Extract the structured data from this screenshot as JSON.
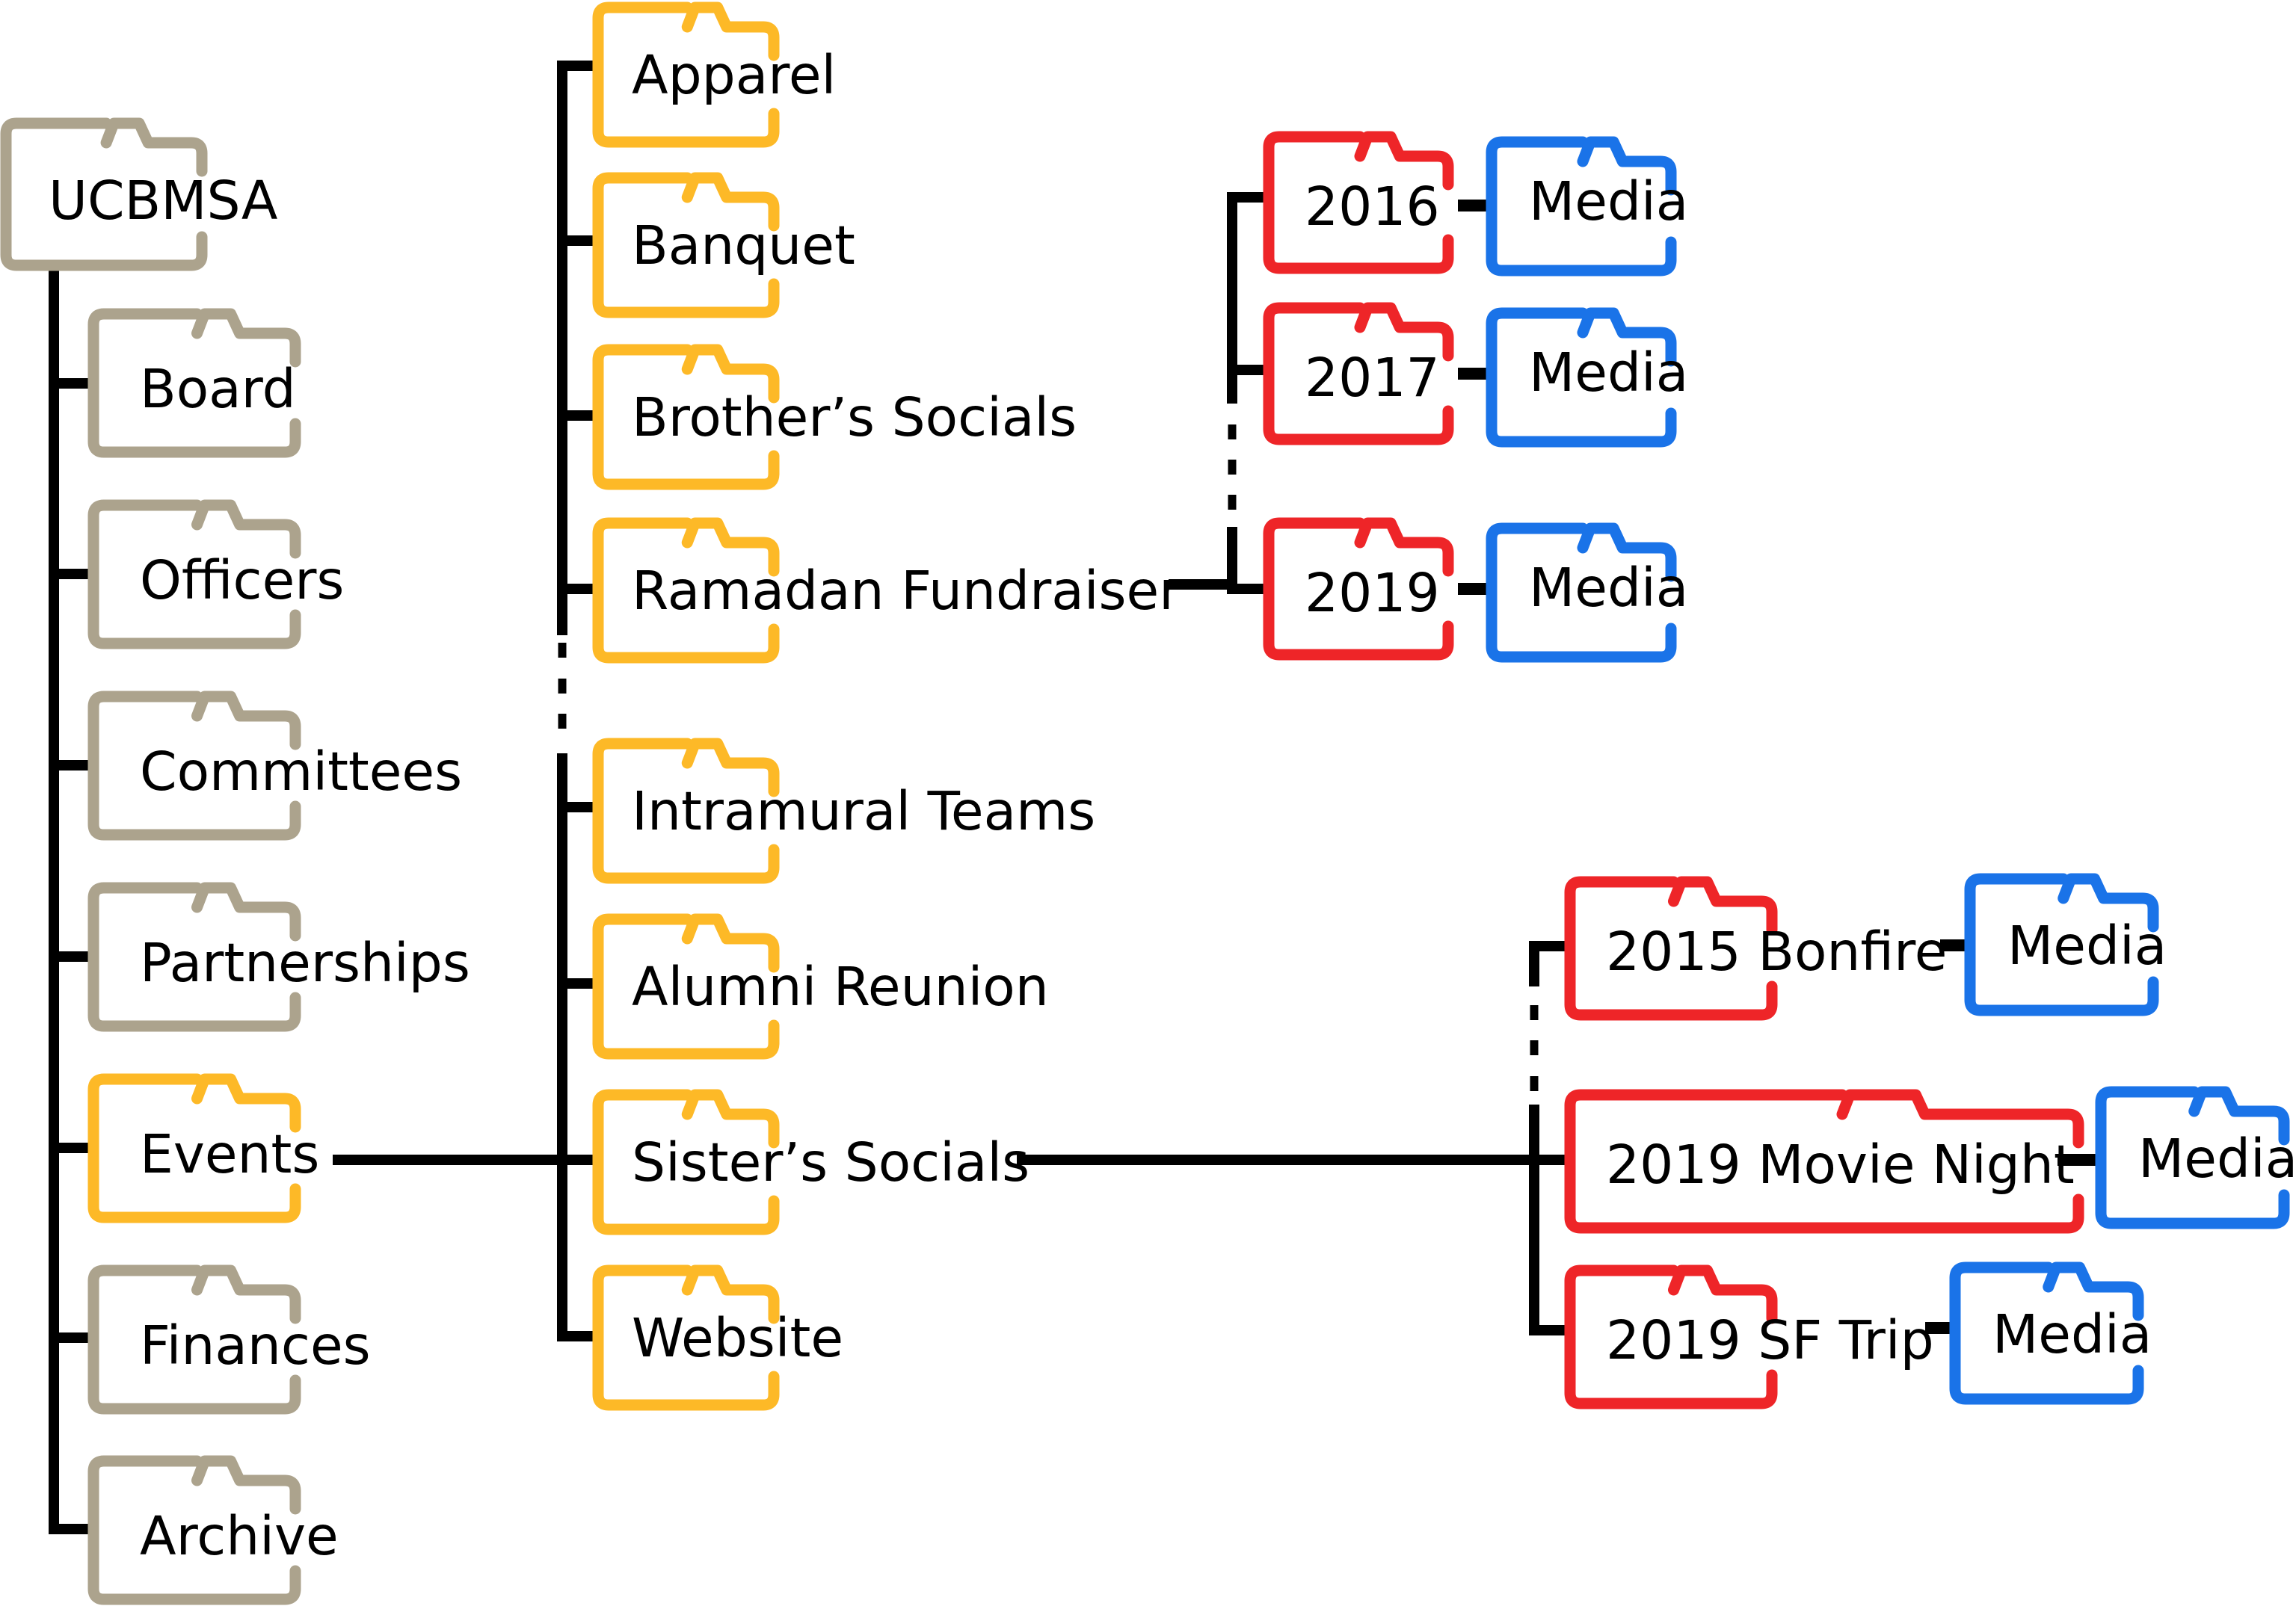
{
  "colors": {
    "root": "#ACA38D",
    "events": "#FDB927",
    "year": "#EE2528",
    "media": "#1A73E8",
    "line": "#000000"
  },
  "root": {
    "label": "UCBMSA",
    "icon": "folder-icon"
  },
  "root_children": [
    {
      "label": "Board",
      "icon": "folder-icon"
    },
    {
      "label": "Officers",
      "icon": "folder-icon"
    },
    {
      "label": "Committees",
      "icon": "folder-icon"
    },
    {
      "label": "Partnerships",
      "icon": "folder-icon"
    },
    {
      "label": "Events",
      "icon": "folder-icon"
    },
    {
      "label": "Finances",
      "icon": "folder-icon"
    },
    {
      "label": "Archive",
      "icon": "folder-icon"
    }
  ],
  "events_children": [
    {
      "label": "Apparel"
    },
    {
      "label": "Banquet"
    },
    {
      "label": "Brother’s Socials"
    },
    {
      "label": "Ramadan Fundraiser"
    },
    {
      "label": "Intramural Teams"
    },
    {
      "label": "Alumni Reunion"
    },
    {
      "label": "Sister’s Socials"
    },
    {
      "label": "Website"
    }
  ],
  "ramadan_children": [
    {
      "label": "2016",
      "media": "Media"
    },
    {
      "label": "2017",
      "media": "Media"
    },
    {
      "label": "2019",
      "media": "Media"
    }
  ],
  "sisters_children": [
    {
      "label": "2015 Bonfire",
      "media": "Media"
    },
    {
      "label": "2019 Movie Night",
      "media": "Media"
    },
    {
      "label": "2019 SF Trip",
      "media": "Media"
    }
  ]
}
